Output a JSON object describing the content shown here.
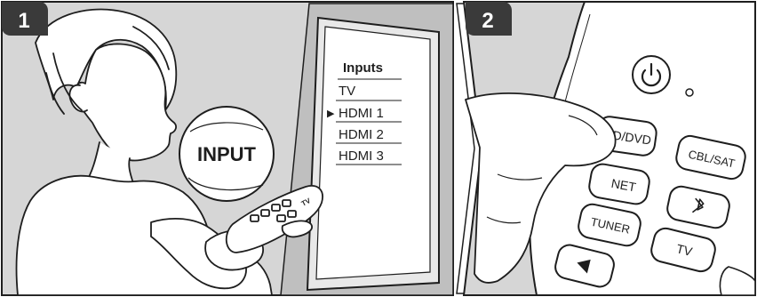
{
  "panel1": {
    "step_number": "1",
    "callout_label": "INPUT",
    "tv_menu": {
      "title": "Inputs",
      "items": [
        "TV",
        "HDMI 1",
        "HDMI 2",
        "HDMI 3"
      ],
      "selected_index": 1,
      "selected_marker": "▶"
    },
    "remote_label": "TV"
  },
  "panel2": {
    "step_number": "2",
    "buttons": {
      "power_icon": "power-icon",
      "bd_dvd": "BD/DVD",
      "cbl_sat": "CBL/SAT",
      "net": "NET",
      "bluetooth_icon": "bluetooth-icon",
      "tuner": "TUNER",
      "tv": "TV",
      "left_arrow_icon": "left-triangle-icon"
    }
  },
  "colors": {
    "background": "#d6d6d6",
    "badge": "#3a3a3a",
    "line": "#1e1e1e",
    "white": "#ffffff"
  }
}
